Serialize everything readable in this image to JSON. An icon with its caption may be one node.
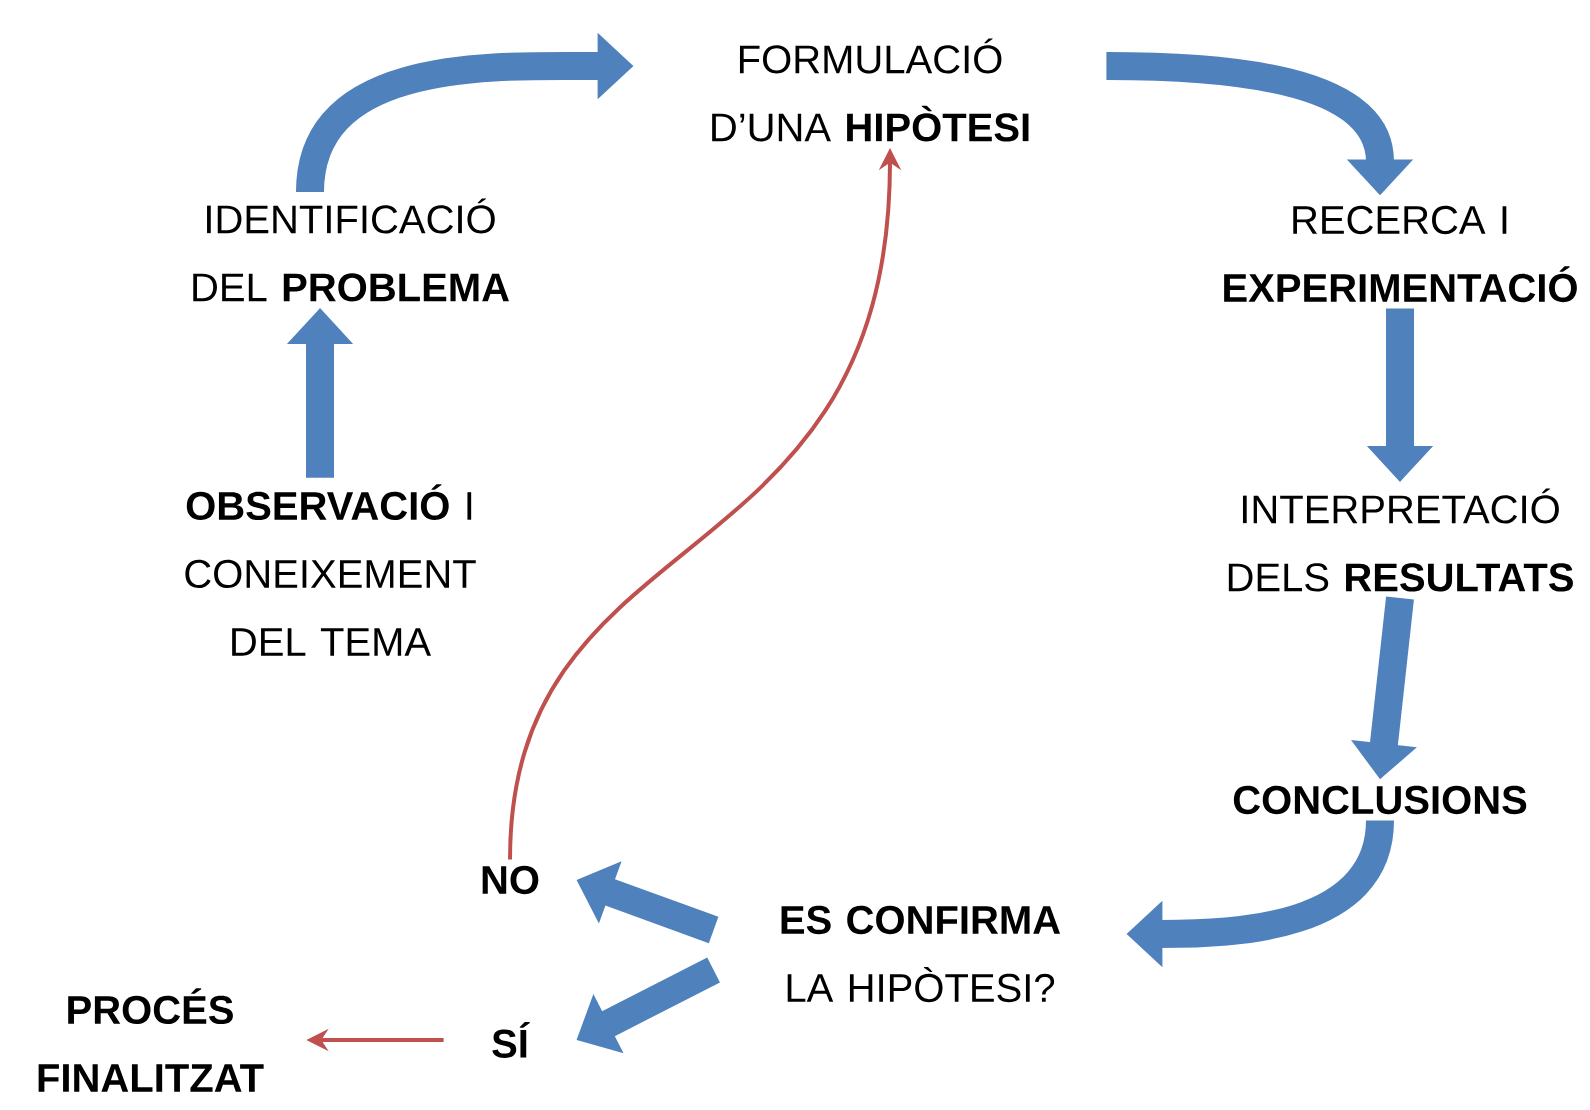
{
  "diagram": {
    "nodes": [
      {
        "text": [
          "**OBSERVACIÓ** I CONEIXEMENT DEL TEMA"
        ]
      },
      {
        "text": [
          "IDENTIFICACIÓ DEL **PROBLEMA**"
        ]
      },
      {
        "text": [
          "FORMULACIÓ D’UNA **HIPÒTESI**"
        ]
      },
      {
        "text": [
          "RECERCA I **EXPERIMENTACIÓ**"
        ]
      },
      {
        "text": [
          "INTERPRETACIÓ DELS **RESULTATS**"
        ]
      },
      {
        "text": [
          "CONCLUSIONS"
        ]
      },
      {
        "text": [
          "**ES CONFIRMA** LA HIPÒTESI?"
        ]
      },
      {
        "text": [
          "NO"
        ]
      },
      {
        "text": [
          "SÍ"
        ]
      },
      {
        "text": [
          "PROCÉS FINALITZAT"
        ]
      }
    ],
    "edges": [
      {
        "from": 0,
        "to": 1,
        "arrow": "to"
      },
      {
        "from": 1,
        "to": 2,
        "arrow": "to"
      },
      {
        "from": 2,
        "to": 3,
        "arrow": "to"
      },
      {
        "from": 3,
        "to": 4,
        "arrow": "to"
      },
      {
        "from": 4,
        "to": 5,
        "arrow": "to"
      },
      {
        "from": 5,
        "to": 6,
        "arrow": "to"
      },
      {
        "from": 6,
        "to": 7,
        "arrow": "to"
      },
      {
        "from": 6,
        "to": 8,
        "arrow": "to"
      },
      {
        "from": 7,
        "to": 2,
        "arrow": "to",
        "color": "#c0504d"
      },
      {
        "from": 8,
        "to": 9,
        "arrow": "to",
        "color": "#c0504d"
      }
    ]
  }
}
